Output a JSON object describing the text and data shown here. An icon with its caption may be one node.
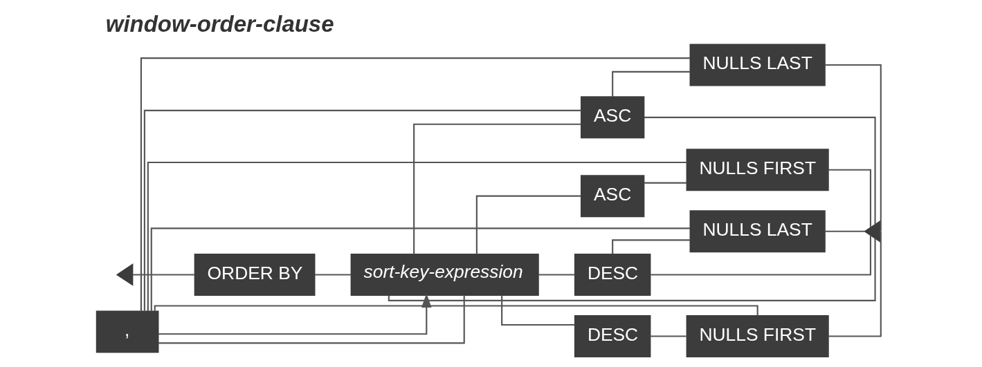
{
  "diagram": {
    "title": "window-order-clause",
    "nodes": [
      {
        "text": [],
        "shape": "triangle"
      },
      {
        "text": [
          "ORDER BY"
        ]
      },
      {
        "text": [
          ","
        ]
      },
      {
        "text": [
          "sort-key-expression"
        ]
      },
      {
        "text": [
          "ASC"
        ]
      },
      {
        "text": [
          "NULLS LAST"
        ]
      },
      {
        "text": [
          "ASC"
        ]
      },
      {
        "text": [
          "NULLS FIRST"
        ]
      },
      {
        "text": [
          "DESC"
        ]
      },
      {
        "text": [
          "NULLS LAST"
        ]
      },
      {
        "text": [
          "DESC"
        ]
      },
      {
        "text": [
          "NULLS FIRST"
        ]
      },
      {
        "text": [],
        "shape": "triangle"
      }
    ],
    "edges": [
      {
        "from": 0,
        "to": 1,
        "arrow": "none"
      },
      {
        "from": 1,
        "to": 3,
        "arrow": "none"
      },
      {
        "from": 3,
        "to": 12,
        "arrow": "none"
      },
      {
        "from": 3,
        "to": 4,
        "arrow": "none"
      },
      {
        "from": 4,
        "to": 5,
        "arrow": "none"
      },
      {
        "from": 4,
        "to": 12,
        "arrow": "none"
      },
      {
        "from": 5,
        "to": 12,
        "arrow": "none"
      },
      {
        "from": 3,
        "to": 6,
        "arrow": "none"
      },
      {
        "from": 6,
        "to": 7,
        "arrow": "none"
      },
      {
        "from": 7,
        "to": 12,
        "arrow": "none"
      },
      {
        "from": 3,
        "to": 8,
        "arrow": "none"
      },
      {
        "from": 8,
        "to": 9,
        "arrow": "none"
      },
      {
        "from": 8,
        "to": 12,
        "arrow": "none"
      },
      {
        "from": 9,
        "to": 12,
        "arrow": "none"
      },
      {
        "from": 3,
        "to": 10,
        "arrow": "none"
      },
      {
        "from": 10,
        "to": 11,
        "arrow": "none"
      },
      {
        "from": 11,
        "to": 12,
        "arrow": "none"
      },
      {
        "from": 3,
        "to": 2,
        "arrow": "none"
      },
      {
        "from": 4,
        "to": 2,
        "arrow": "none"
      },
      {
        "from": 5,
        "to": 2,
        "arrow": "none"
      },
      {
        "from": 7,
        "to": 2,
        "arrow": "none"
      },
      {
        "from": 9,
        "to": 2,
        "arrow": "none"
      },
      {
        "from": 11,
        "to": 2,
        "arrow": "none"
      },
      {
        "from": 2,
        "to": 3,
        "arrow": "to"
      }
    ]
  }
}
